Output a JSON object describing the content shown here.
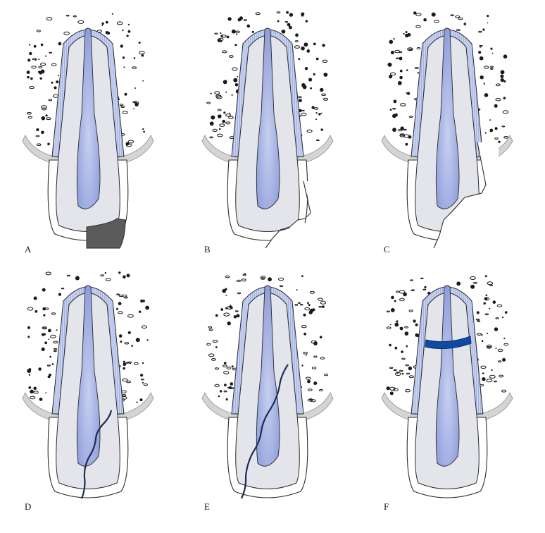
{
  "panels": [
    {
      "label": "A",
      "injury": "crown-fracture-enamel-dentin",
      "highlight_color": "#5b5b5b"
    },
    {
      "label": "B",
      "injury": "crown-fracture-chipped",
      "highlight_color": null
    },
    {
      "label": "C",
      "injury": "crown-root-fracture",
      "highlight_color": null
    },
    {
      "label": "D",
      "injury": "oblique-fracture-line",
      "highlight_color": "#1b2c55"
    },
    {
      "label": "E",
      "injury": "oblique-fracture-line-long",
      "highlight_color": "#1b2c55"
    },
    {
      "label": "F",
      "injury": "horizontal-root-fracture",
      "highlight_color": "#0f4aa3"
    }
  ],
  "colors": {
    "bone_dots": "#1a1a1a",
    "pdl": "#b9c6ee",
    "dentin": "#e4e5ea",
    "pulp": "#a8b5e3",
    "gingiva": "#d4d4d4",
    "outline": "#2a2a2a"
  }
}
